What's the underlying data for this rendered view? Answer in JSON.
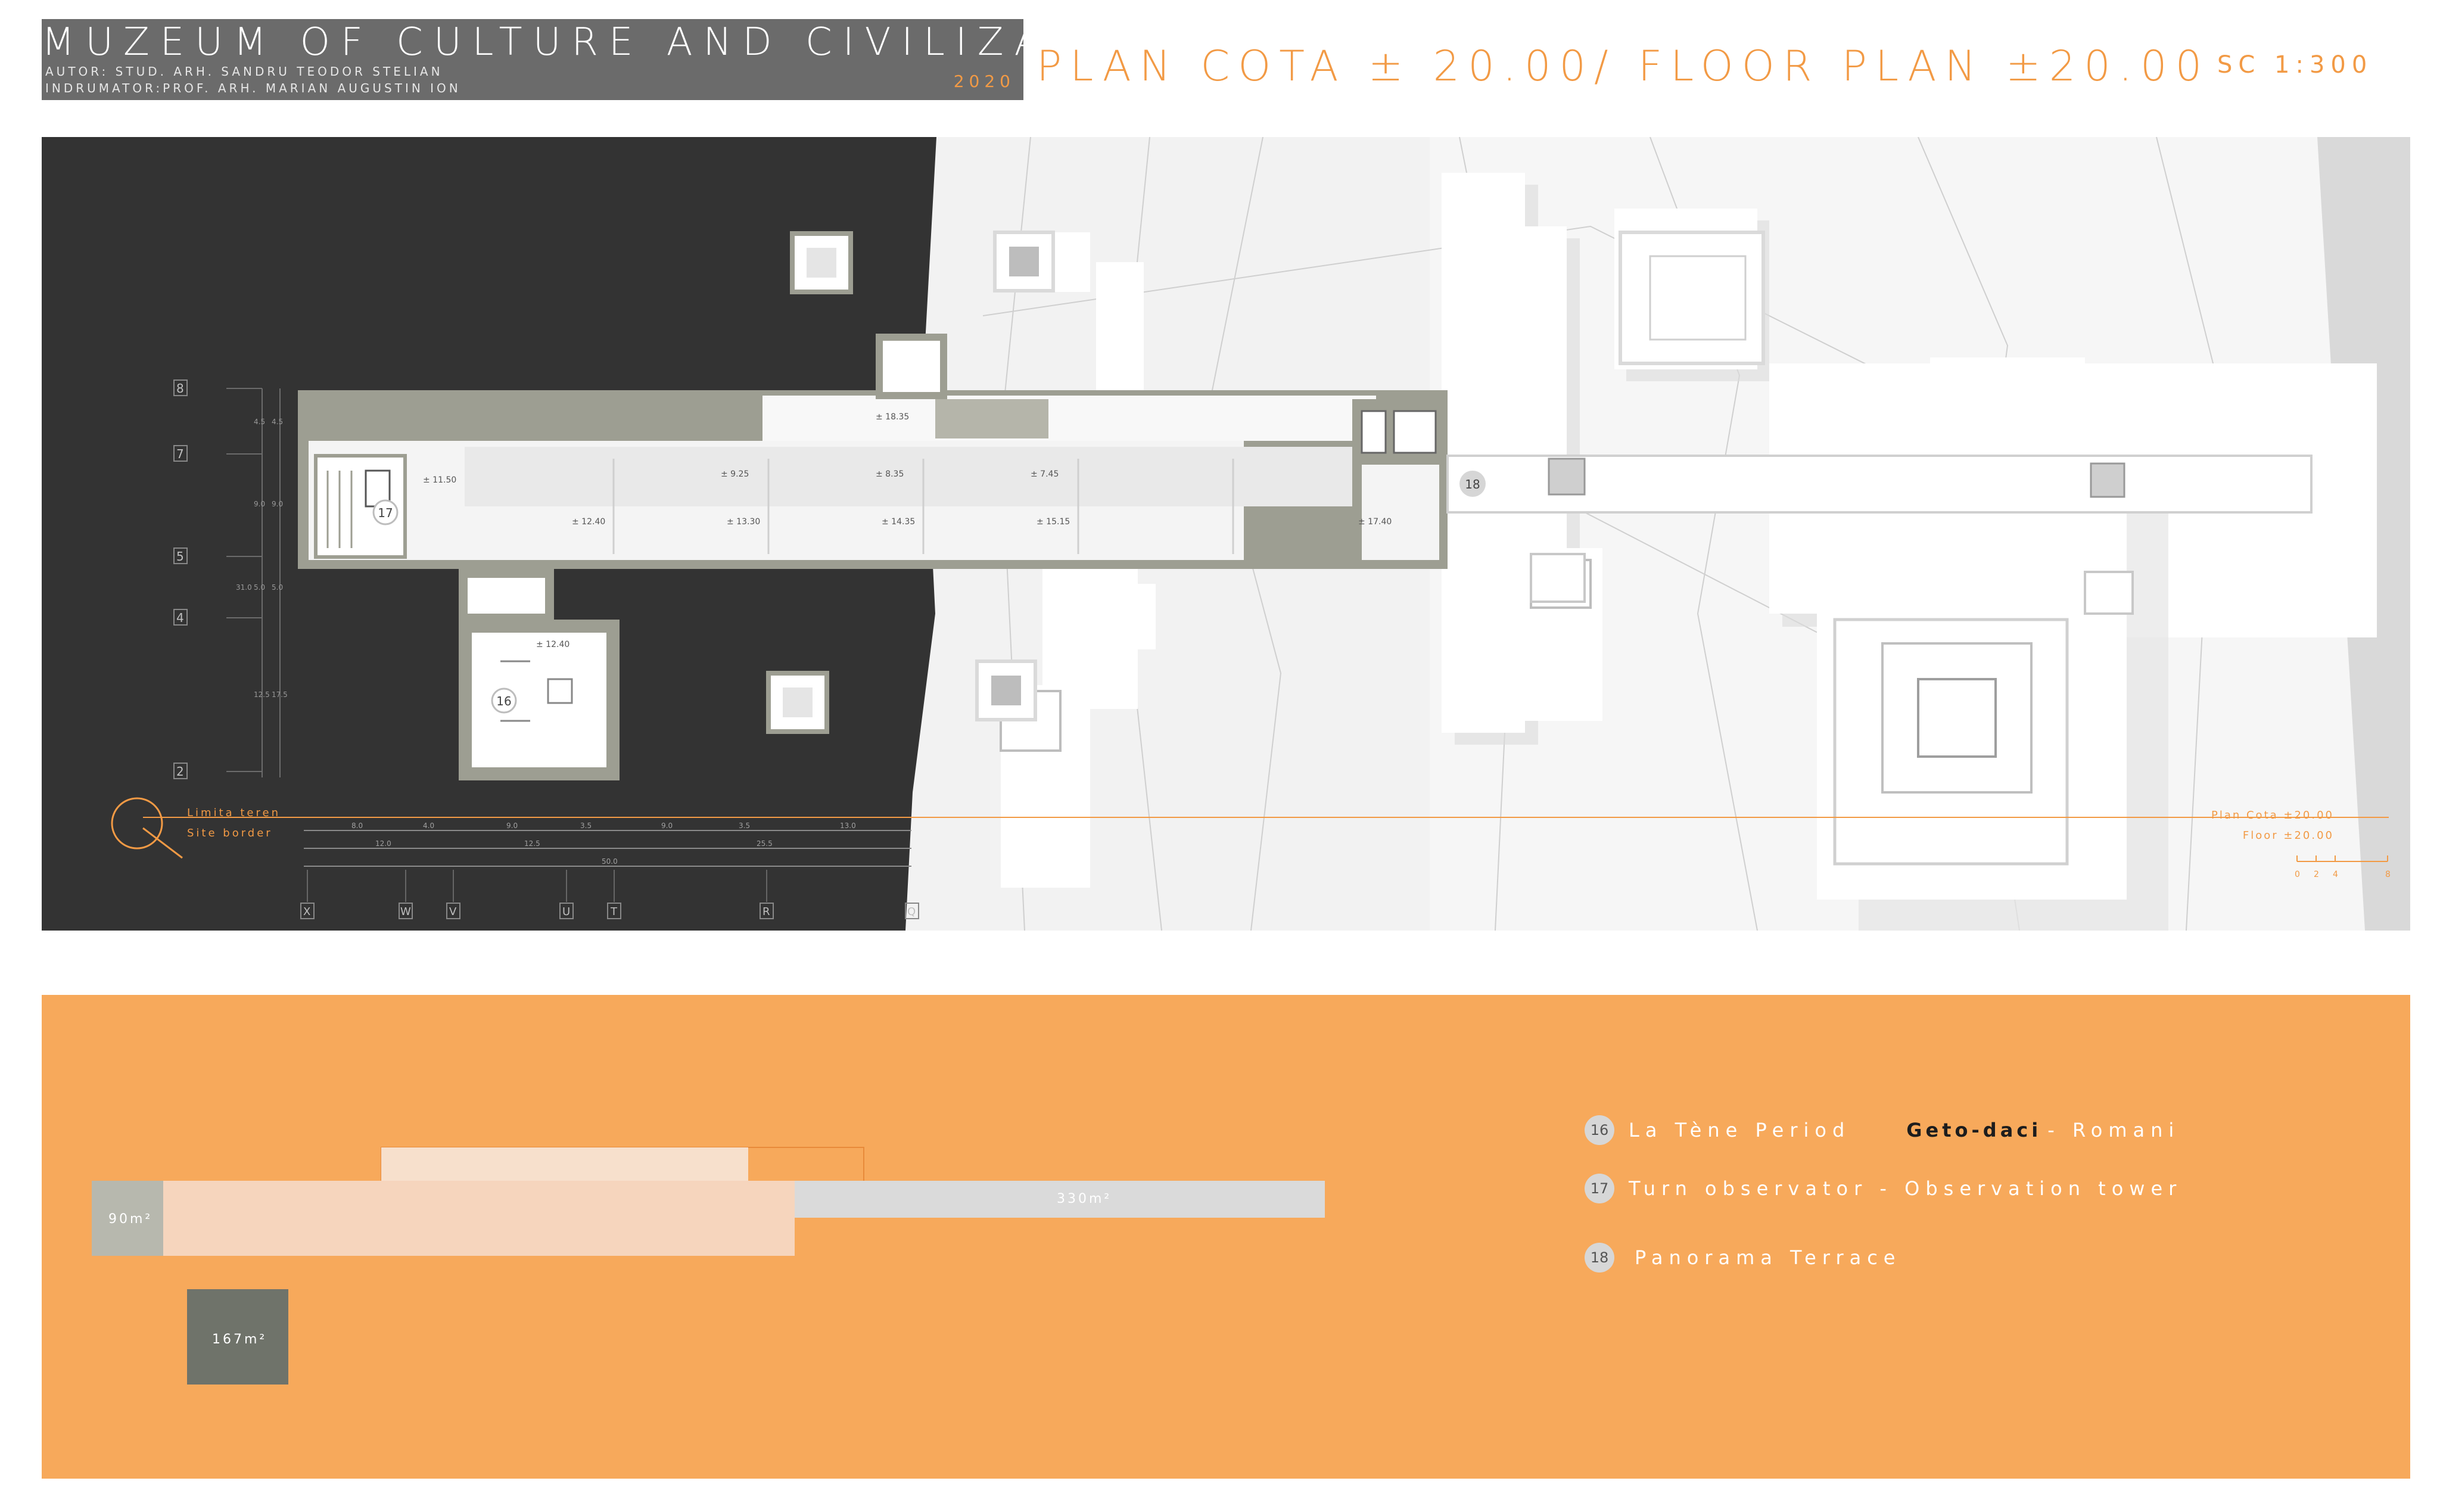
{
  "title_block": {
    "museum": "MUZEUM OF CULTURE AND CIVILIZATION",
    "author_line": "AUTOR:      STUD. ARH. SANDRU TEODOR STELIAN",
    "coordinator_line": "INDRUMATOR:PROF. ARH. MARIAN AUGUSTIN ION",
    "year": "2020"
  },
  "plan_title": "PLAN COTA ± 20.00/ FLOOR PLAN ±20.00",
  "plan_scale": "SC 1:300",
  "plan": {
    "grid_rows": [
      "8",
      "7",
      "5",
      "4",
      "2"
    ],
    "grid_cols": [
      "X",
      "W",
      "V",
      "U",
      "T",
      "R",
      "Q"
    ],
    "row_dims_outer": [
      "4.5",
      "9.0",
      "5.0",
      "12.5"
    ],
    "row_dims_inner": [
      "4.5",
      "9.0",
      "5.0",
      "17.5"
    ],
    "row_total": "31.0",
    "col_dims_top": [
      "8.0",
      "4.0",
      "9.0",
      "3.5",
      "9.0",
      "3.5",
      "13.0"
    ],
    "col_dims_mid": [
      "12.0",
      "12.5",
      "25.5"
    ],
    "col_total": "50.0",
    "site_border_ro": "Limita teren",
    "site_border_en": "Site border",
    "level_right_ro": "Plan Cota ±20.00",
    "level_right_en": "Floor      ±20.00",
    "scale_ticks": [
      "0",
      "2",
      "4",
      "8"
    ],
    "elevations": {
      "e1": "± 11.50",
      "e2": "± 12.40",
      "e3": "± 9.25",
      "e4": "± 13.30",
      "e5": "± 8.35",
      "e6": "± 14.35",
      "e7": "± 7.45",
      "e8": "± 15.15",
      "e9": "± 17.40",
      "e10": "± 18.35",
      "e11": "± 12.40"
    },
    "room_tags": {
      "r16": "16",
      "r17": "17",
      "r18": "18"
    }
  },
  "areas": {
    "a90": "90m²",
    "a330": "330m²",
    "a167": "167m²"
  },
  "legend": [
    {
      "num": "16",
      "text_a": "La Tène Period",
      "text_b": "Geto-daci",
      "text_c": "- Romani"
    },
    {
      "num": "17",
      "text": "Turn observator - Observation tower"
    },
    {
      "num": "18",
      "text": "Panorama Terrace"
    }
  ],
  "colors": {
    "accent": "#f29a45",
    "dark_ground": "#333333",
    "wall": "#9d9e92",
    "orange_panel": "#f7a95b"
  }
}
